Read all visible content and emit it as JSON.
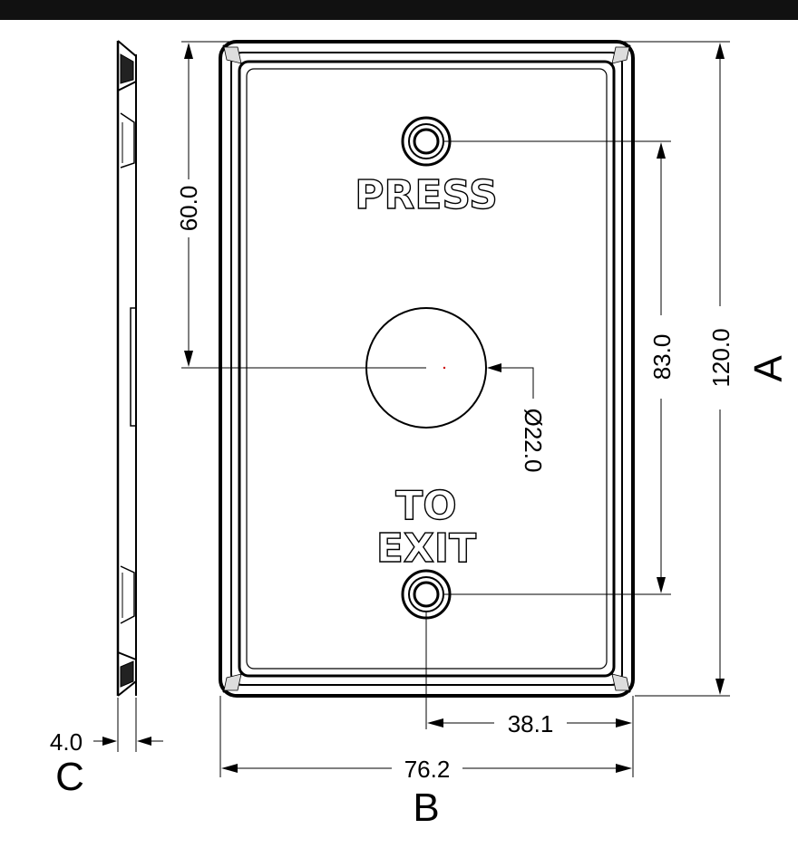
{
  "drawing": {
    "plate_labels": {
      "top": "PRESS",
      "bottom_line1": "TO",
      "bottom_line2": "EXIT"
    },
    "dimensions": {
      "hole_offset": "60.0",
      "screw_spacing": "83.0",
      "height": "120.0",
      "hole_diameter": "Ø22.0",
      "half_width": "38.1",
      "width": "76.2",
      "thickness": "4.0"
    },
    "callouts": {
      "height": "A",
      "width": "B",
      "thickness": "C"
    }
  }
}
